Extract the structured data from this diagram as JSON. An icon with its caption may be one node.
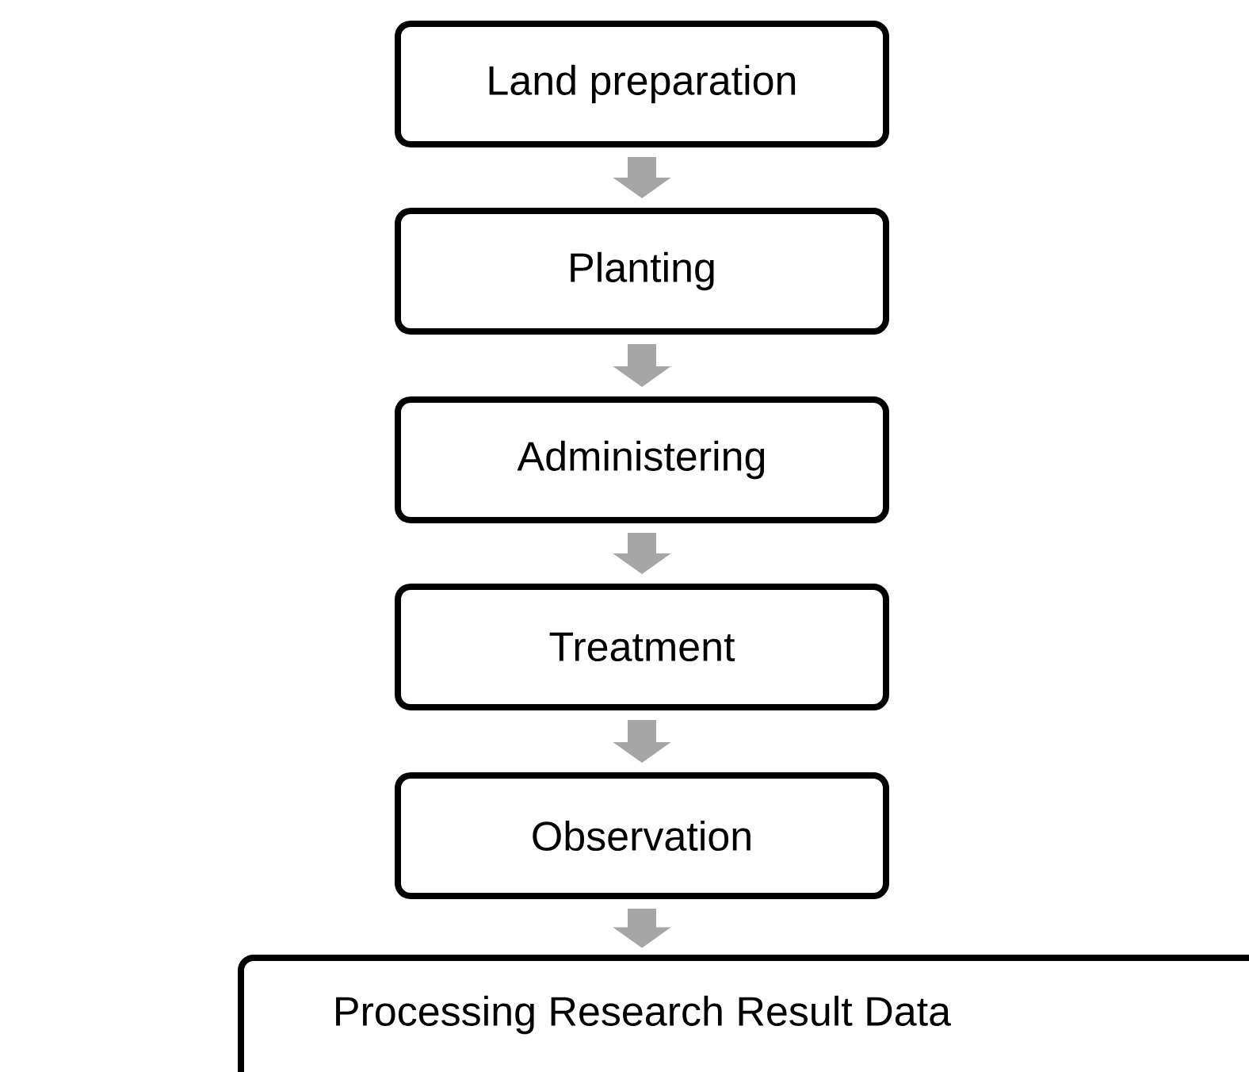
{
  "diagram": {
    "nodes": [
      {
        "text": [
          "Land preparation"
        ]
      },
      {
        "text": [
          "Planting"
        ]
      },
      {
        "text": [
          "Administering"
        ]
      },
      {
        "text": [
          "Treatment"
        ]
      },
      {
        "text": [
          "Observation"
        ]
      },
      {
        "text": [
          "Processing Research Result Data"
        ]
      }
    ],
    "edges": [
      {
        "from": 0,
        "to": 1,
        "arrow": "to"
      },
      {
        "from": 1,
        "to": 2,
        "arrow": "to"
      },
      {
        "from": 2,
        "to": 3,
        "arrow": "to"
      },
      {
        "from": 3,
        "to": 4,
        "arrow": "to"
      },
      {
        "from": 4,
        "to": 5,
        "arrow": "to"
      }
    ]
  }
}
